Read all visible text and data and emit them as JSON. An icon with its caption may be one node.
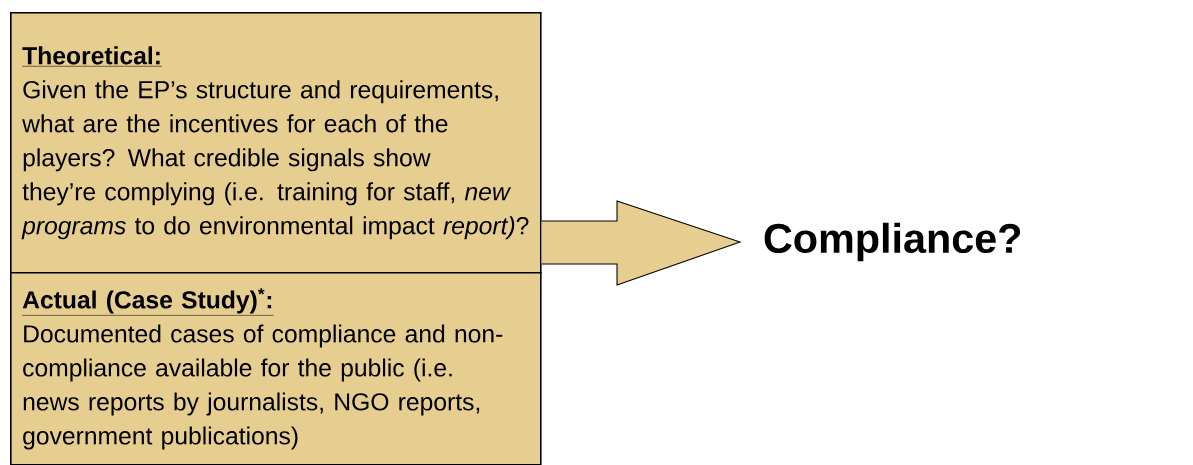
{
  "diagram": {
    "nodes": [
      {
        "text": [
          "Theoretical:",
          "Given the EP’s structure and requirements, what are the incentives for each of the players? What credible signals show they’re complying (i.e. training for staff, *new programs* to do environmental impact *report)*?"
        ]
      },
      {
        "text": [
          "Actual (Case Study)$^{*}$:",
          "Documented cases of compliance and non-compliance available for the public (i.e. news reports by journalists, NGO reports, government publications)"
        ]
      },
      {
        "text": [
          "Compliance?"
        ]
      }
    ],
    "edges": [
      {
        "from": 0,
        "to": 2,
        "arrow": "to"
      }
    ]
  }
}
